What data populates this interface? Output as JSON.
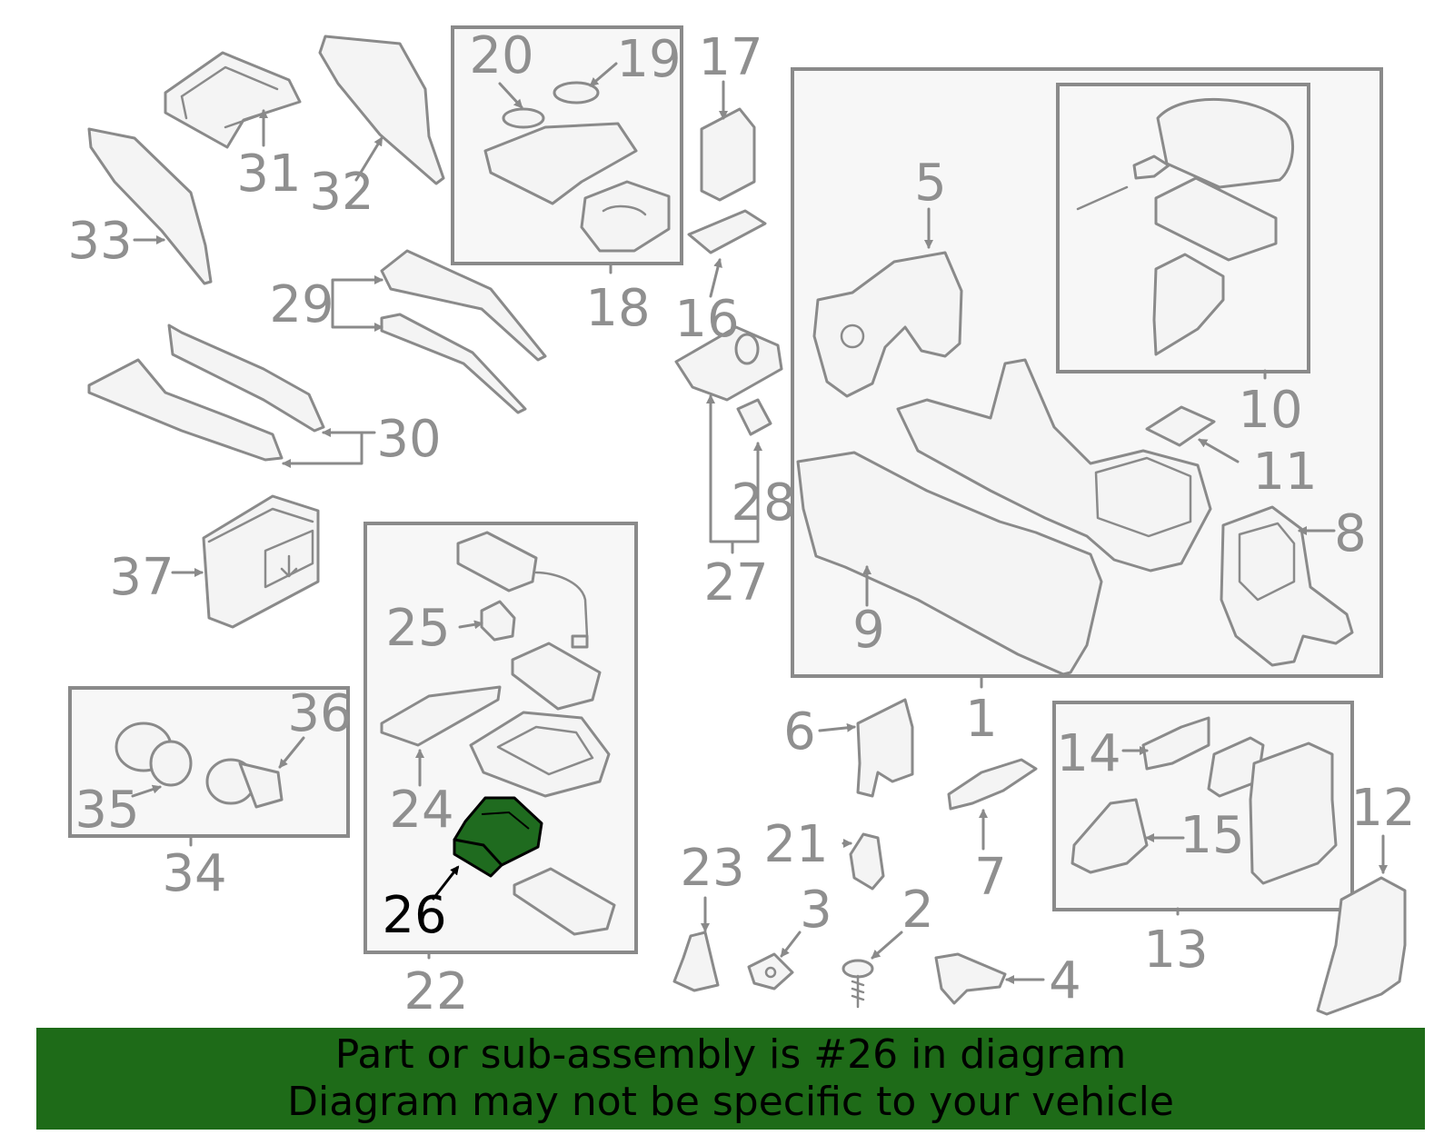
{
  "diagram": {
    "highlighted_part": "26",
    "callouts": [
      {
        "id": "c1",
        "label": "1"
      },
      {
        "id": "c2",
        "label": "2"
      },
      {
        "id": "c3",
        "label": "3"
      },
      {
        "id": "c4",
        "label": "4"
      },
      {
        "id": "c5",
        "label": "5"
      },
      {
        "id": "c6",
        "label": "6"
      },
      {
        "id": "c7",
        "label": "7"
      },
      {
        "id": "c8",
        "label": "8"
      },
      {
        "id": "c9",
        "label": "9"
      },
      {
        "id": "c10",
        "label": "10"
      },
      {
        "id": "c11",
        "label": "11"
      },
      {
        "id": "c12",
        "label": "12"
      },
      {
        "id": "c13",
        "label": "13"
      },
      {
        "id": "c14",
        "label": "14"
      },
      {
        "id": "c15",
        "label": "15"
      },
      {
        "id": "c16",
        "label": "16"
      },
      {
        "id": "c17",
        "label": "17"
      },
      {
        "id": "c18",
        "label": "18"
      },
      {
        "id": "c19",
        "label": "19"
      },
      {
        "id": "c20",
        "label": "20"
      },
      {
        "id": "c21",
        "label": "21"
      },
      {
        "id": "c22",
        "label": "22"
      },
      {
        "id": "c23",
        "label": "23"
      },
      {
        "id": "c24",
        "label": "24"
      },
      {
        "id": "c25",
        "label": "25"
      },
      {
        "id": "c26",
        "label": "26"
      },
      {
        "id": "c27",
        "label": "27"
      },
      {
        "id": "c28",
        "label": "28"
      },
      {
        "id": "c29",
        "label": "29"
      },
      {
        "id": "c30",
        "label": "30"
      },
      {
        "id": "c31",
        "label": "31"
      },
      {
        "id": "c32",
        "label": "32"
      },
      {
        "id": "c33",
        "label": "33"
      },
      {
        "id": "c34",
        "label": "34"
      },
      {
        "id": "c35",
        "label": "35"
      },
      {
        "id": "c36",
        "label": "36"
      },
      {
        "id": "c37",
        "label": "37"
      }
    ]
  },
  "footer": {
    "line1": "Part or sub-assembly is #26 in diagram",
    "line2": "Diagram may not be specific to your vehicle"
  },
  "colors": {
    "highlight": "#1f6b1f",
    "footer_bg": "#1e6b18",
    "line_gray": "#8a8a8a"
  }
}
